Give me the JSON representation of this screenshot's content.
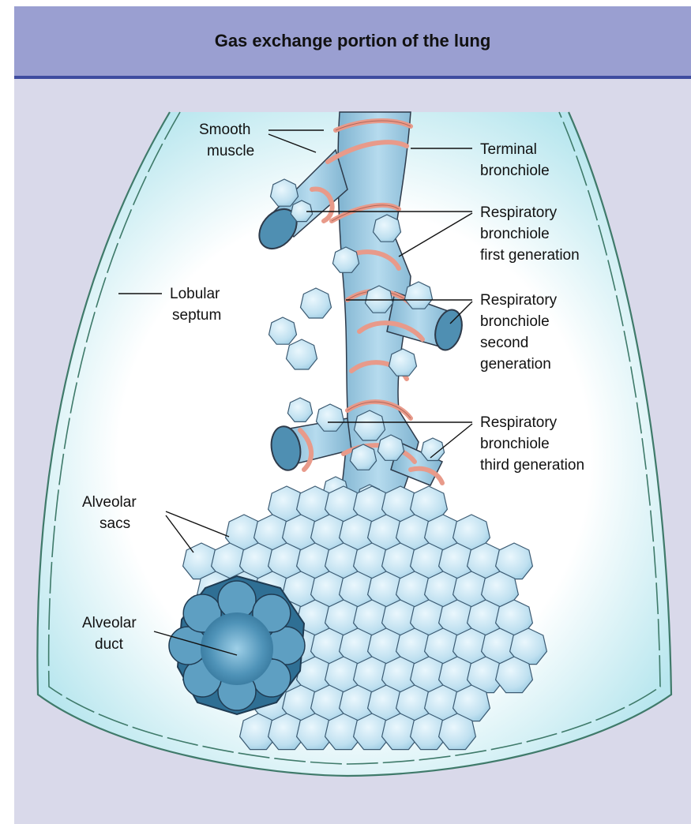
{
  "title": "Gas exchange portion of the lung",
  "labels": {
    "smooth_muscle": [
      "Smooth",
      "muscle"
    ],
    "terminal_bronchiole": [
      "Terminal",
      "bronchiole"
    ],
    "respiratory_bronchiole_1": [
      "Respiratory",
      "bronchiole",
      "first generation"
    ],
    "respiratory_bronchiole_2": [
      "Respiratory",
      "bronchiole",
      "second",
      "generation"
    ],
    "respiratory_bronchiole_3": [
      "Respiratory",
      "bronchiole",
      "third generation"
    ],
    "lobular_septum": [
      "Lobular",
      "septum"
    ],
    "alveolar_sacs": [
      "Alveolar",
      "sacs"
    ],
    "alveolar_duct": [
      "Alveolar",
      "duct"
    ]
  },
  "colors": {
    "header_bg": "#9a9fd1",
    "header_rule": "#3f4ca0",
    "background": "#d9d9ea",
    "septum_line": "#3f7a6a",
    "airway": "#9cc8e0",
    "alveolus": "#bfe0f0",
    "smooth_muscle": "#e89a8a",
    "duct": "#3d7fa3"
  }
}
